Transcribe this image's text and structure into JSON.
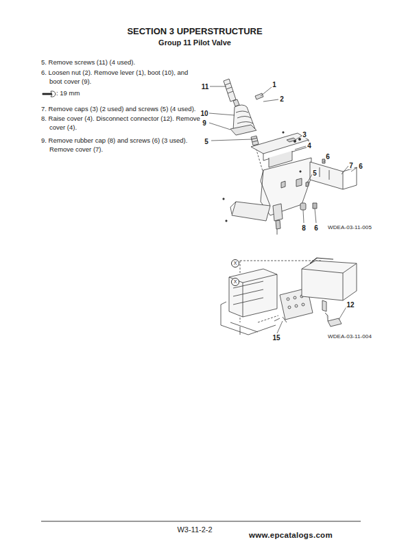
{
  "diagram": {
    "title": "SECTION 3 UPPERSTRUCTURE",
    "labels": [
      "Group 11 Pilot Valve",
      "5. Remove screws (11) (4 used).",
      "6. Loosen nut (2). Remove lever (1), boot (10), and boot cover (9).",
      ": 19 mm",
      "7. Remove caps (3) (2 used) and screws (5) (4 used).",
      "8. Raise cover (4). Disconnect connector (12). Remove cover (4).",
      "9. Remove rubber cap (8) and screws (6) (3 used). Remove cover (7).",
      "11",
      "1",
      "2",
      "10",
      "9",
      "3",
      "4",
      "5",
      "5",
      "6",
      "7",
      "6",
      "8",
      "6",
      "WDEA-03-11-005",
      "X",
      "X",
      "12",
      "15",
      "WDEA-03-11-004",
      "W3-11-2-2",
      "www.epcatalogs.com"
    ]
  }
}
